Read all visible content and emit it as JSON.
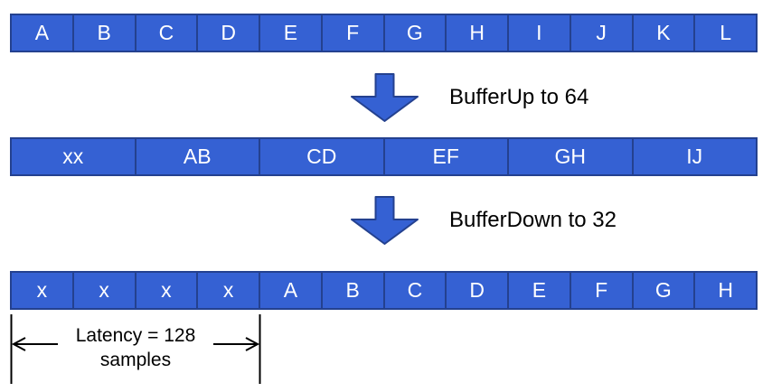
{
  "colors": {
    "cell_fill": "#3561d3",
    "cell_border": "#24418f",
    "cell_text": "#ffffff",
    "annotation_text": "#000000"
  },
  "rows": [
    {
      "name": "input-buffer-32",
      "cells": [
        "A",
        "B",
        "C",
        "D",
        "E",
        "F",
        "G",
        "H",
        "I",
        "J",
        "K",
        "L"
      ]
    },
    {
      "name": "buffered-up-64",
      "cells": [
        "xx",
        "AB",
        "CD",
        "EF",
        "GH",
        "IJ"
      ]
    },
    {
      "name": "buffered-down-32",
      "cells": [
        "x",
        "x",
        "x",
        "x",
        "A",
        "B",
        "C",
        "D",
        "E",
        "F",
        "G",
        "H"
      ]
    }
  ],
  "steps": [
    {
      "label": "BufferUp to 64"
    },
    {
      "label": "BufferDown to 32"
    }
  ],
  "latency": {
    "line1": "Latency = 128",
    "line2": "samples"
  }
}
